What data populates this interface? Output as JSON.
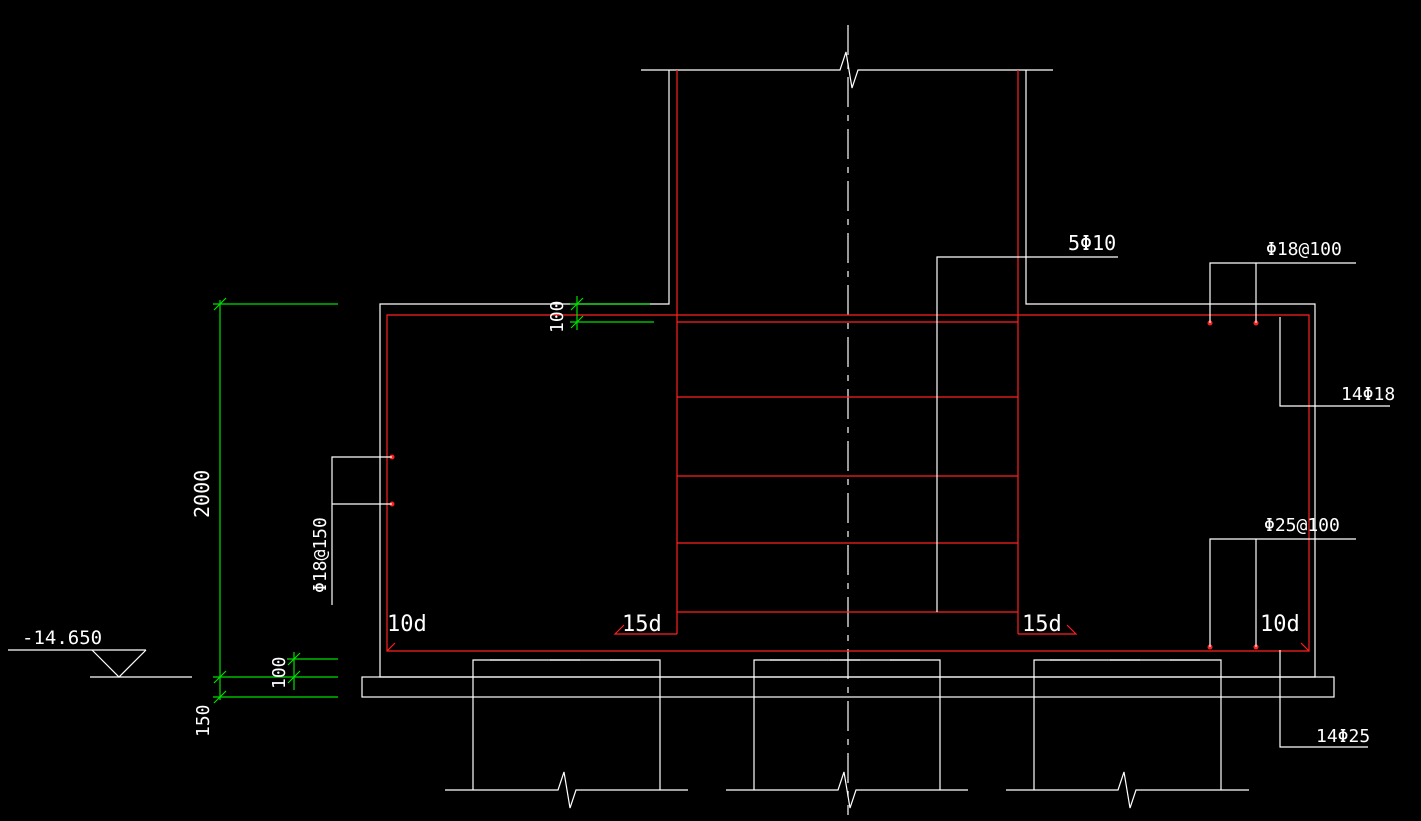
{
  "colors": {
    "background": "#000000",
    "outline": "#ffffff",
    "rebar": "#ff2020",
    "dimension": "#00e000"
  },
  "labels": {
    "column_stirrups": "5Φ10",
    "top_distribution_bars": "Φ18@100",
    "top_main_bars": "14Φ18",
    "bottom_distribution_bars": "Φ25@100",
    "bottom_main_bars": "14Φ25",
    "side_bars": "Φ18@150",
    "anchor_left_outer": "10d",
    "anchor_left_inner": "15d",
    "anchor_right_inner": "15d",
    "anchor_right_outer": "10d",
    "elevation": "-14.650"
  },
  "dimensions": {
    "cap_height": "2000",
    "cover_top": "100",
    "cover_bottom": "100",
    "cushion": "150"
  }
}
